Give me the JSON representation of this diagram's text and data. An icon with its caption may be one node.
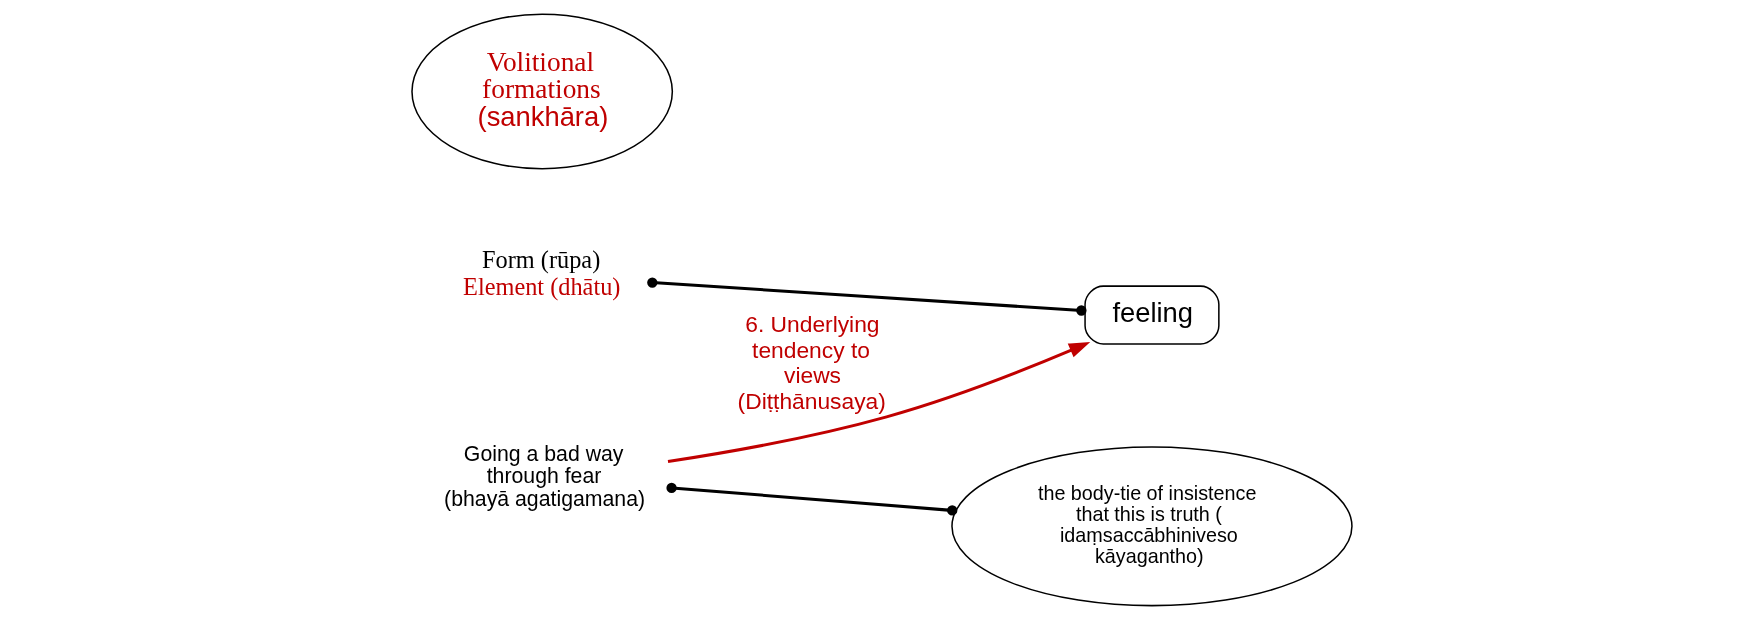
{
  "diagram": {
    "nodes": [
      {
        "text": [
          "Form (rūpa)",
          "Element (dhātu)"
        ]
      },
      {
        "text": [
          "feeling"
        ]
      },
      {
        "text": [
          "Going a bad way through fear",
          "(bhayā agatigamana)"
        ]
      },
      {
        "text": [
          "Volitional formations",
          "(sankhāra)"
        ]
      },
      {
        "text": [
          "the body-tie of insistence that this is truth ( idaṃsaccābhiniveso kāyagantho)"
        ]
      }
    ],
    "edges": [
      {
        "from": 0,
        "to": 1,
        "arrow": "other"
      },
      {
        "from": 2,
        "to": 1,
        "arrow": "to",
        "label": "6. Underlying tendency to views (Diṭṭhānusaya)",
        "color": "#c00000"
      },
      {
        "from": 2,
        "to": 4,
        "arrow": "other"
      }
    ]
  }
}
